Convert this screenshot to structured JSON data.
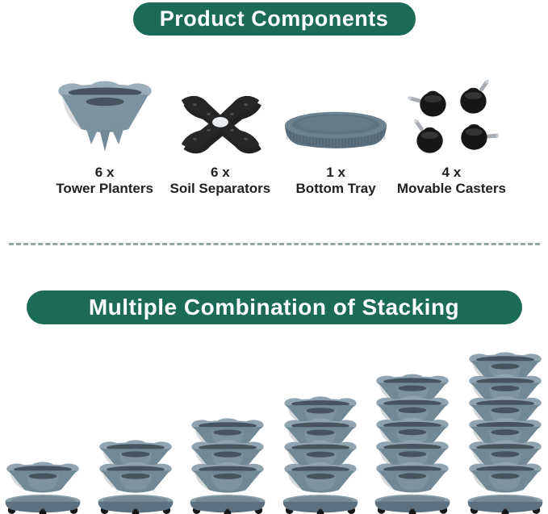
{
  "palette": {
    "banner": "#1c6b57",
    "banner_text": "#ffffff",
    "label_text": "#212121",
    "divider_dash": "#94a6a4",
    "planter_rim": "#8fa4b0",
    "planter_body": "#718997",
    "planter_opening": "#45545e",
    "planter_pocket": "#7e93a0",
    "tray_top": "#8aa0ac",
    "tray_inner": "#758a95",
    "tray_band": "#5b7080",
    "component_rim": "#9aaeb9",
    "component_body": "#7b92a0",
    "caster_black": "#161616",
    "caster_metal": "#a7adb3",
    "separator_black": "#262626"
  },
  "components_section": {
    "title": "Product Components",
    "items": [
      {
        "qty": "6 x",
        "name": "Tower Planters",
        "icon": "tower-planter-icon"
      },
      {
        "qty": "6 x",
        "name": "Soil Separators",
        "icon": "soil-separator-icon"
      },
      {
        "qty": "1 x",
        "name": "Bottom Tray",
        "icon": "bottom-tray-icon"
      },
      {
        "qty": "4 x",
        "name": "Movable Casters",
        "icon": "movable-casters-icon"
      }
    ]
  },
  "stacking_section": {
    "title": "Multiple Combination of Stacking",
    "configs": [
      {
        "planters": 1
      },
      {
        "planters": 2
      },
      {
        "planters": 3
      },
      {
        "planters": 4
      },
      {
        "planters": 5
      },
      {
        "planters": 6
      }
    ]
  }
}
